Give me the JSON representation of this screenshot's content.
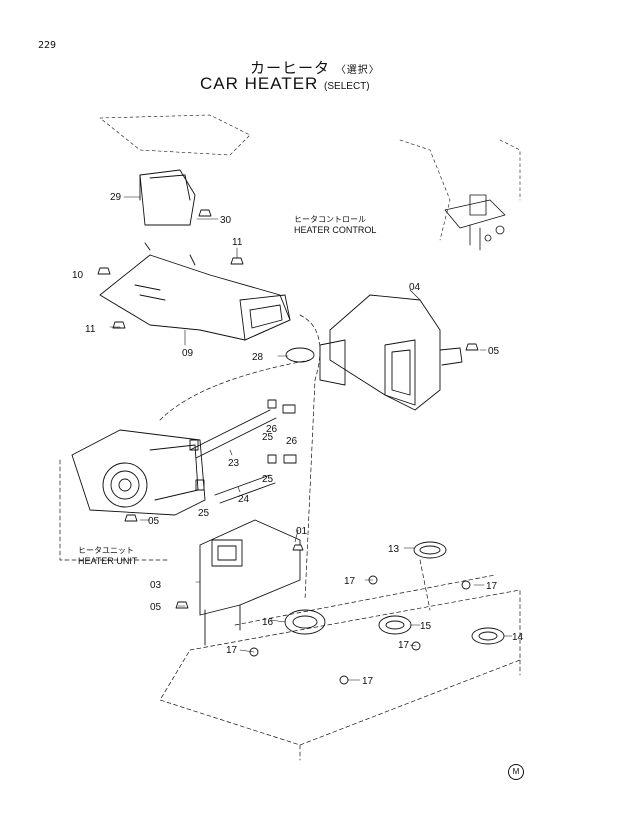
{
  "page": {
    "number": "229"
  },
  "title": {
    "jp_main": "カーヒータ",
    "jp_sub": "〈選択〉",
    "en_main": "CAR HEATER",
    "en_sub": "(SELECT)"
  },
  "captions": {
    "heater_control_jp": "ヒータコントロール",
    "heater_control_en": "HEATER CONTROL",
    "heater_unit_jp": "ヒータユニット",
    "heater_unit_en": "HEATER UNIT"
  },
  "callouts": [
    "29",
    "30",
    "11",
    "10",
    "11",
    "09",
    "04",
    "05",
    "28",
    "26",
    "25",
    "23",
    "26",
    "25",
    "24",
    "25",
    "05",
    "01",
    "03",
    "05",
    "13",
    "17",
    "17",
    "16",
    "15",
    "14",
    "17",
    "17",
    "17"
  ],
  "mark": "M"
}
